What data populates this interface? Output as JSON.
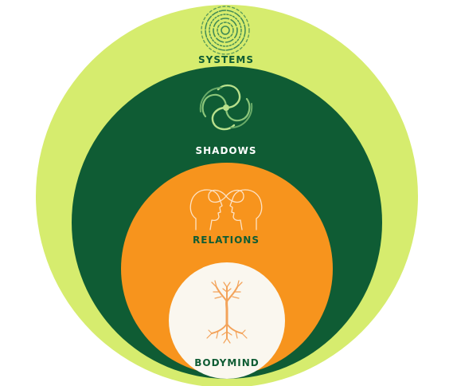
{
  "colors": {
    "background": "#ffffff",
    "systems_ring": "#d6ec6e",
    "shadows_ring": "#0f5c34",
    "relations_ring": "#f7941d",
    "bodymind_core": "#faf7ef",
    "systems_text": "#0f5c34",
    "shadows_text": "#ffffff",
    "relations_text": "#0f5c34",
    "bodymind_text": "#0f5c34",
    "tree_color": "#f3a35a",
    "faces_color": "#fde3c6",
    "spiral_light": "#b8e08c",
    "spiral_dark": "#3f8a55"
  },
  "layers": {
    "systems": {
      "label": "SYSTEMS",
      "icon": "concentric-spiral-icon"
    },
    "shadows": {
      "label": "SHADOWS",
      "icon": "swirl-icon"
    },
    "relations": {
      "label": "RELATIONS",
      "icon": "two-faces-infinity-icon"
    },
    "bodymind": {
      "label": "BODYMIND",
      "icon": "tree-roots-icon"
    }
  }
}
